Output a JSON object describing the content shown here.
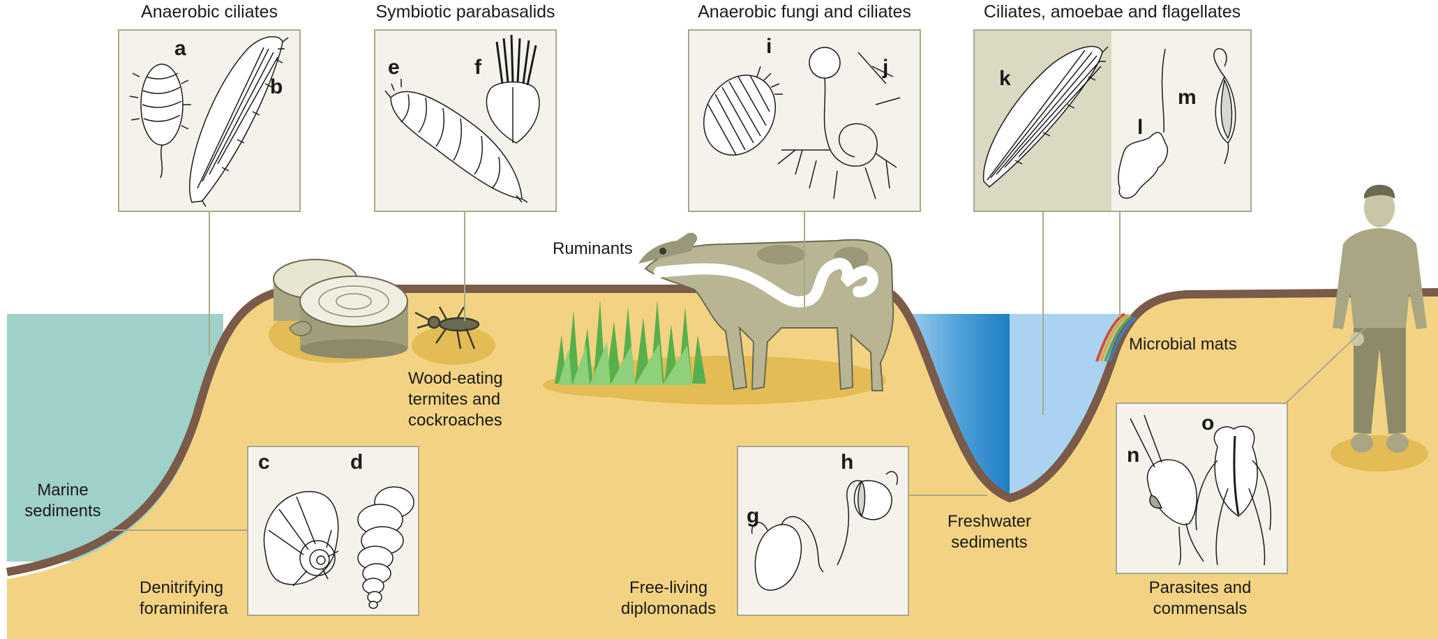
{
  "titles": {
    "anaerobic_ciliates": "Anaerobic ciliates",
    "symbiotic_parabasalids": "Symbiotic parabasalids",
    "anaerobic_fungi_ciliates": "Anaerobic fungi and ciliates",
    "ciliates_amoebae_flagellates": "Ciliates, amoebae and flagellates"
  },
  "labels": {
    "ruminants": "Ruminants",
    "wood_eating_1": "Wood-eating",
    "wood_eating_2": "termites and",
    "wood_eating_3": "cockroaches",
    "marine_1": "Marine",
    "marine_2": "sediments",
    "denitrifying_1": "Denitrifying",
    "denitrifying_2": "foraminifera",
    "diplomonads_1": "Free-living",
    "diplomonads_2": "diplomonads",
    "freshwater_1": "Freshwater",
    "freshwater_2": "sediments",
    "microbial_mats": "Microbial mats",
    "parasites_1": "Parasites and",
    "parasites_2": "commensals"
  },
  "letters": {
    "a": "a",
    "b": "b",
    "c": "c",
    "d": "d",
    "e": "e",
    "f": "f",
    "g": "g",
    "h": "h",
    "i": "i",
    "j": "j",
    "k": "k",
    "l": "l",
    "m": "m",
    "n": "n",
    "o": "o"
  },
  "colors": {
    "sand": "#f3d383",
    "sea": "#9fd0c9",
    "freshwater": "#a9d3f0",
    "sediment_edge": "#7a5a48",
    "panel_bg": "#f4f2ea",
    "panel_border": "#a9a88a",
    "leader_line": "#a9a88a",
    "organism_dark": "#9a9a78"
  }
}
